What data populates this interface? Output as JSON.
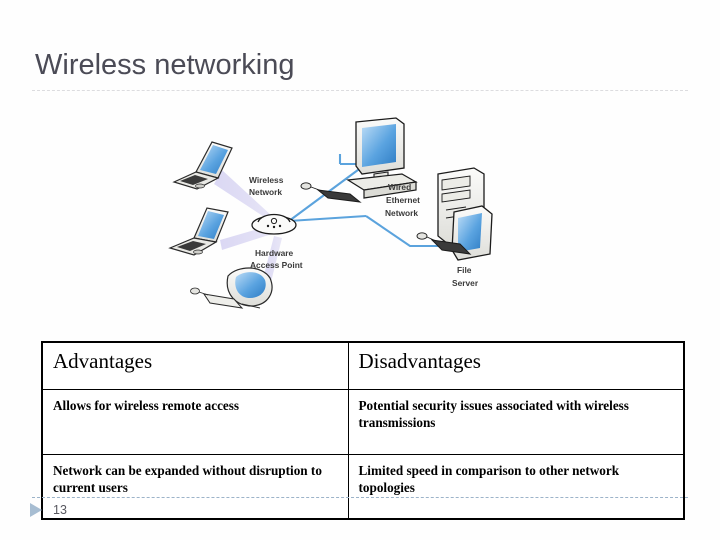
{
  "slide": {
    "title": "Wireless networking",
    "page_number": "13",
    "accent_color": "#a7bdd2",
    "title_color": "#4b4b56",
    "rule_color_top": "#dcdcdf",
    "rule_color_bottom": "#9cb3c9"
  },
  "diagram": {
    "name": "wireless-network-topology",
    "labels": [
      {
        "id": "wireless-network",
        "text_lines": [
          "Wireless",
          "Network"
        ]
      },
      {
        "id": "hardware-access-point",
        "text_lines": [
          "Hardware",
          "Access Point"
        ]
      },
      {
        "id": "wired-ethernet-network",
        "text_lines": [
          "Wired",
          "Ethernet",
          "Network"
        ]
      },
      {
        "id": "file-server",
        "text_lines": [
          "File",
          "Server"
        ]
      }
    ],
    "devices": [
      {
        "id": "laptop-top",
        "type": "laptop"
      },
      {
        "id": "laptop-middle",
        "type": "laptop"
      },
      {
        "id": "imac-bottom",
        "type": "desktop-imac"
      },
      {
        "id": "access-point",
        "type": "wireless-access-point"
      },
      {
        "id": "desktop-pc",
        "type": "desktop-computer"
      },
      {
        "id": "file-server-tower",
        "type": "server"
      }
    ],
    "colors": {
      "wireless_beam": "#c9c6ef",
      "ethernet_cable": "#5ba3dd",
      "screen_blue": "#4a90d9",
      "casing": "#f2f2f0"
    }
  },
  "table": {
    "columns": [
      "Advantages",
      "Disadvantages"
    ],
    "rows": [
      {
        "advantage": "Allows for wireless remote access",
        "disadvantage": "Potential security issues associated with wireless transmissions"
      },
      {
        "advantage": "Network can be expanded without disruption to current users",
        "disadvantage": "Limited speed in comparison to other network topologies"
      }
    ]
  }
}
